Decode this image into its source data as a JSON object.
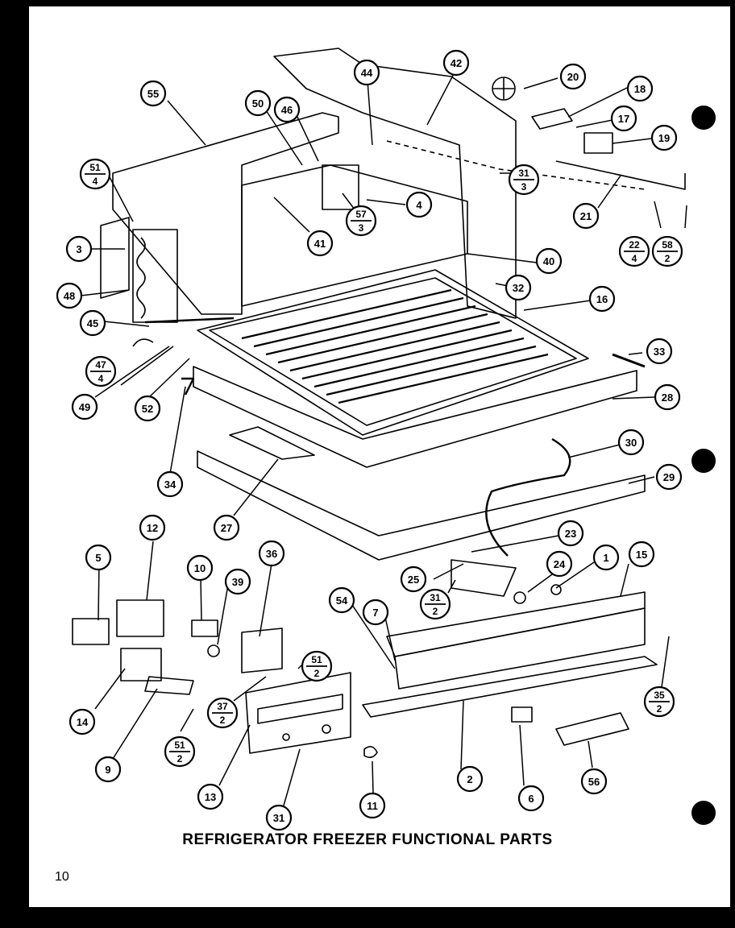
{
  "title": "REFRIGERATOR FREEZER FUNCTIONAL PARTS",
  "page_number": "10",
  "callouts": [
    {
      "label": "55"
    },
    {
      "label": "50"
    },
    {
      "label": "46"
    },
    {
      "label": "44"
    },
    {
      "label": "42"
    },
    {
      "label": "20"
    },
    {
      "label": "18"
    },
    {
      "label": "17"
    },
    {
      "label": "19"
    },
    {
      "label": "3"
    },
    {
      "label": "41"
    },
    {
      "label": "4"
    },
    {
      "label": "21"
    },
    {
      "label": "40"
    },
    {
      "label": "48"
    },
    {
      "label": "32"
    },
    {
      "label": "16"
    },
    {
      "label": "45"
    },
    {
      "label": "33"
    },
    {
      "label": "49"
    },
    {
      "label": "52"
    },
    {
      "label": "28"
    },
    {
      "label": "30"
    },
    {
      "label": "34"
    },
    {
      "label": "29"
    },
    {
      "label": "27"
    },
    {
      "label": "12"
    },
    {
      "label": "5"
    },
    {
      "label": "10"
    },
    {
      "label": "39"
    },
    {
      "label": "36"
    },
    {
      "label": "23"
    },
    {
      "label": "1"
    },
    {
      "label": "15"
    },
    {
      "label": "24"
    },
    {
      "label": "25"
    },
    {
      "label": "54"
    },
    {
      "label": "7"
    },
    {
      "label": "14"
    },
    {
      "label": "9"
    },
    {
      "label": "13"
    },
    {
      "label": "2"
    },
    {
      "label": "6"
    },
    {
      "label": "56"
    },
    {
      "label": "31"
    },
    {
      "label": "11"
    }
  ],
  "fraction_callouts": [
    {
      "top": "51",
      "bottom": "4"
    },
    {
      "top": "31",
      "bottom": "3"
    },
    {
      "top": "57",
      "bottom": "3"
    },
    {
      "top": "22",
      "bottom": "4"
    },
    {
      "top": "58",
      "bottom": "2"
    },
    {
      "top": "47",
      "bottom": "4"
    },
    {
      "top": "31",
      "bottom": "2"
    },
    {
      "top": "51",
      "bottom": "2"
    },
    {
      "top": "37",
      "bottom": "2"
    },
    {
      "top": "51",
      "bottom": "2"
    },
    {
      "top": "35",
      "bottom": "2"
    }
  ]
}
